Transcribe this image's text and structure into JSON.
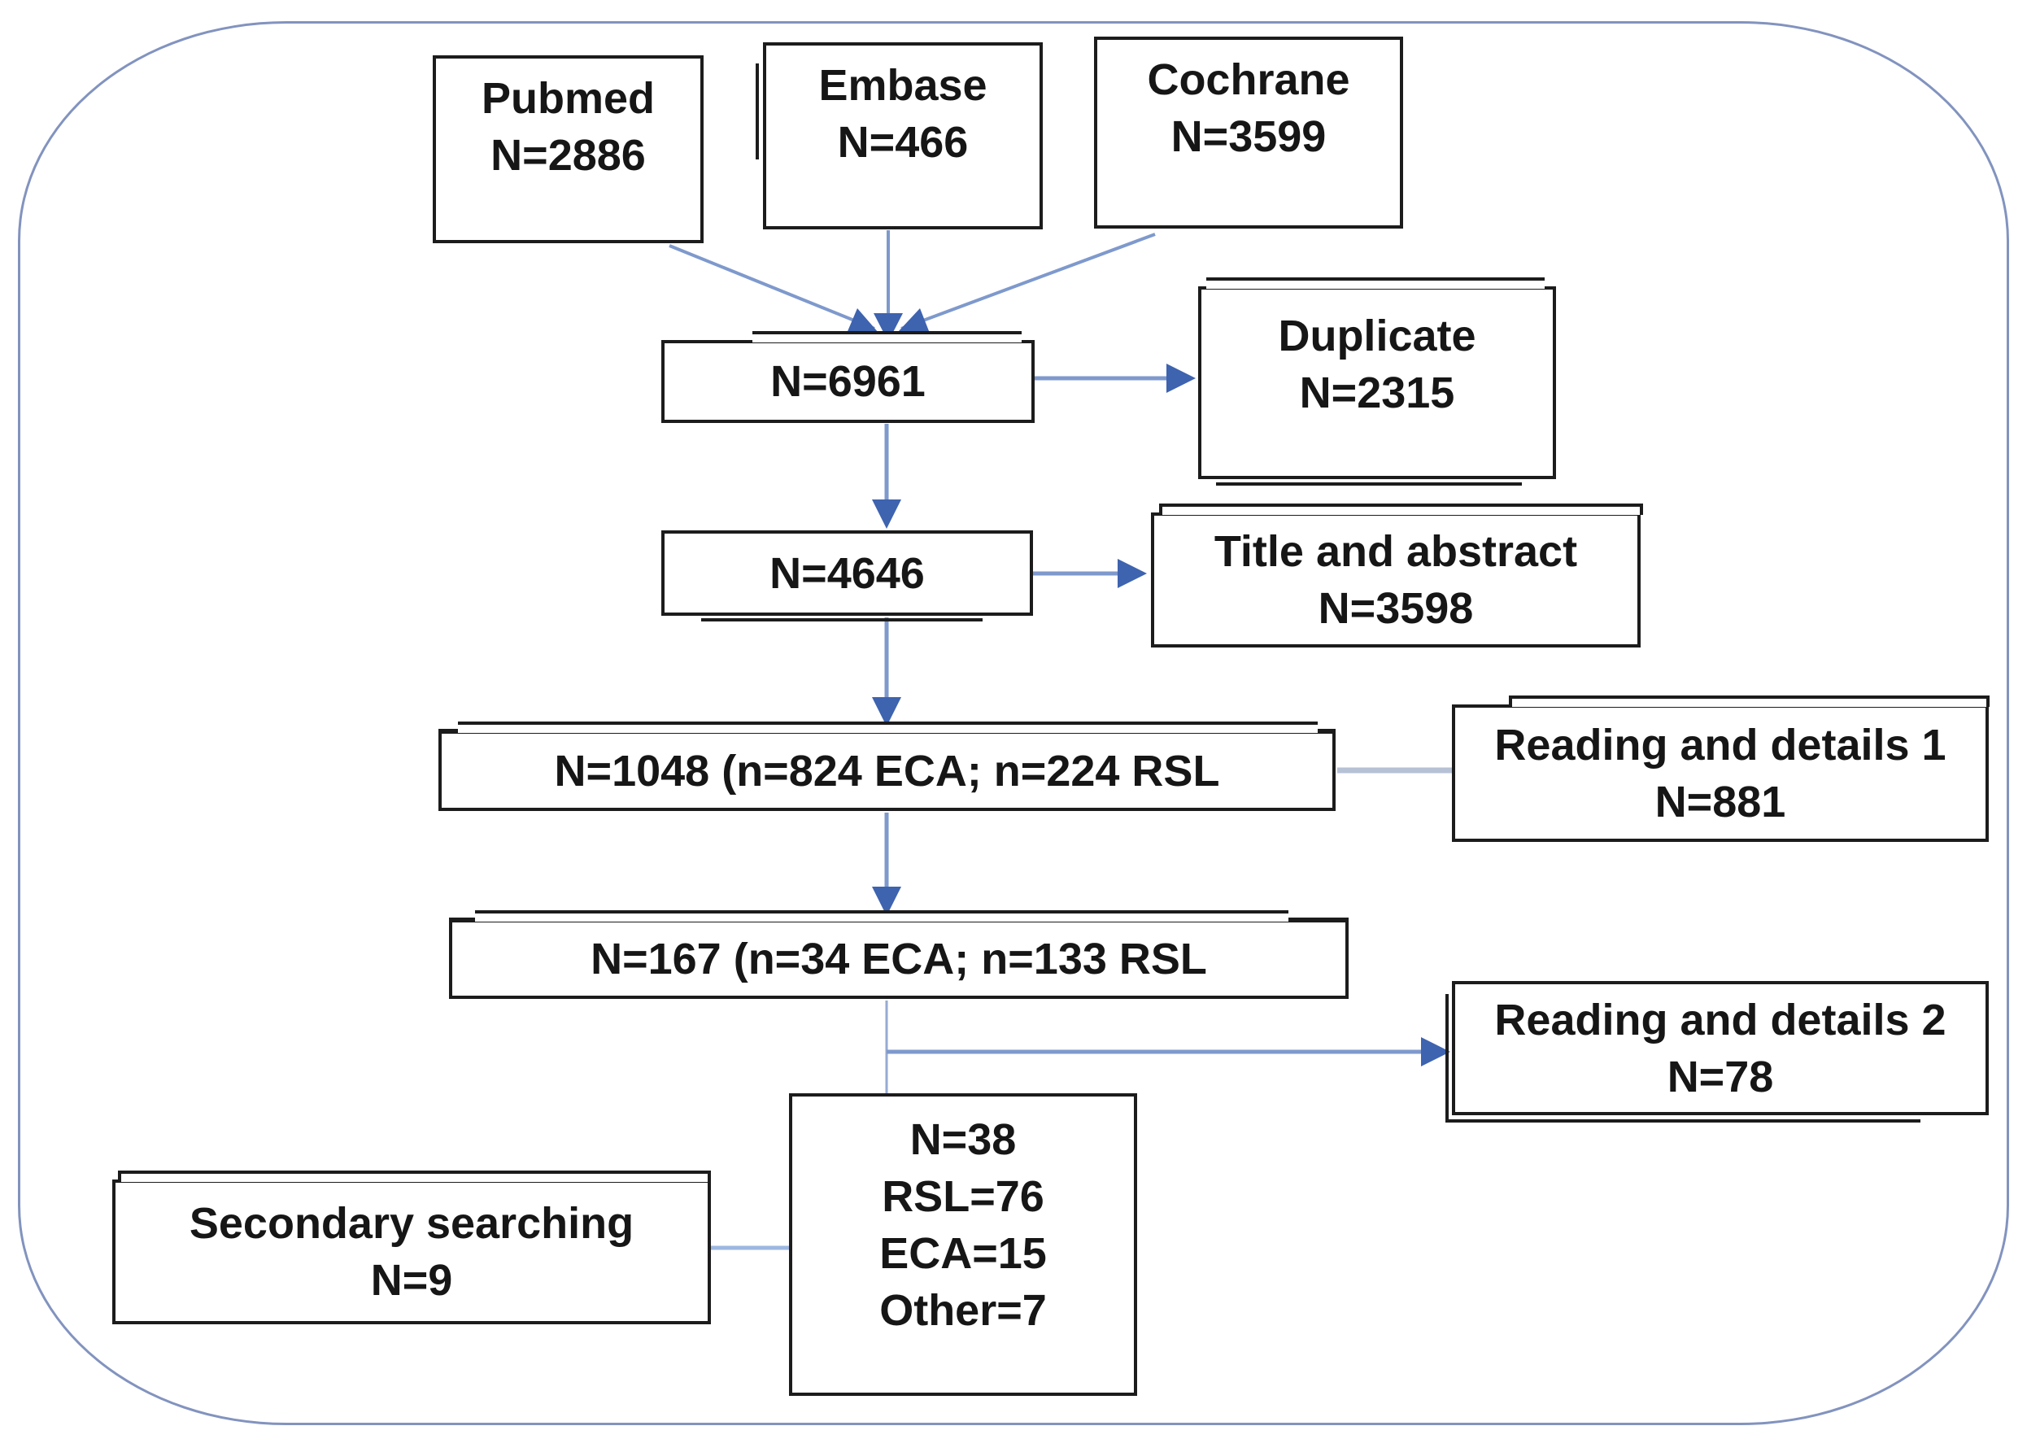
{
  "title": "Study selection flow diagram",
  "colors": {
    "background": "#ffffff",
    "box_border": "#1c1c1c",
    "text": "#161616",
    "frame_border": "#8293bf",
    "line": "#7e99cc",
    "line_pale": "#b7c1d6",
    "arrowhead": "#3e63af"
  },
  "boxes": {
    "pubmed": {
      "line1": "Pubmed",
      "line2": "N=2886"
    },
    "embase": {
      "line1": "Embase",
      "line2": "N=466"
    },
    "cochrane": {
      "line1": "Cochrane",
      "line2": "N=3599"
    },
    "combined": {
      "line1": "N=6961"
    },
    "duplicate": {
      "line1": "Duplicate",
      "line2": "N=2315"
    },
    "after_duplicates": {
      "line1": "N=4646"
    },
    "title_abstract": {
      "line1": "Title and abstract",
      "line2": "N=3598"
    },
    "screened": {
      "line1": "N=1048 (n=824 ECA; n=224 RSL"
    },
    "reading_details_1": {
      "line1": "Reading and details 1",
      "line2": "N=881"
    },
    "full_text": {
      "line1": "N=167 (n=34 ECA; n=133 RSL"
    },
    "reading_details_2": {
      "line1": "Reading and details 2",
      "line2": "N=78"
    },
    "included": {
      "line1": "N=38",
      "line2": "RSL=76",
      "line3": "ECA=15",
      "line4": "Other=7"
    },
    "secondary_searching": {
      "line1": "Secondary searching",
      "line2": "N=9"
    }
  }
}
